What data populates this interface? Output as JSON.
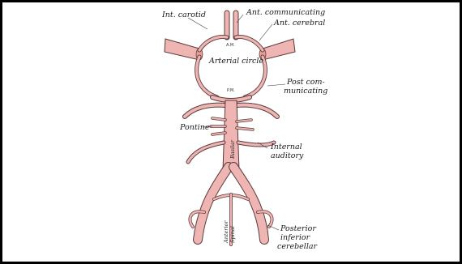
{
  "labels": {
    "int_carotid": "Int. carotid",
    "ant_communicating": "Ant. communicating",
    "ant_cerebral": "Ant. cerebral",
    "arterial_circle": "Arterial circle",
    "post_communicating_1": "Post com-",
    "post_communicating_2": "municating",
    "pontine": "Pontine",
    "internal_auditory_1": "Internal",
    "internal_auditory_2": "auditory",
    "posterior_inferior_1": "Posterior",
    "posterior_inferior_2": "inferior",
    "posterior_inferior_3": "cerebellar",
    "anterior_spinal_1": "Anterior",
    "anterior_spinal_2": "Spinal",
    "am": "A.M.",
    "pm": "P.M.",
    "basilar": "Basilar"
  },
  "colors": {
    "vessel": "#efb5b3",
    "outline": "#5a3a3a",
    "frame": "#000000"
  }
}
